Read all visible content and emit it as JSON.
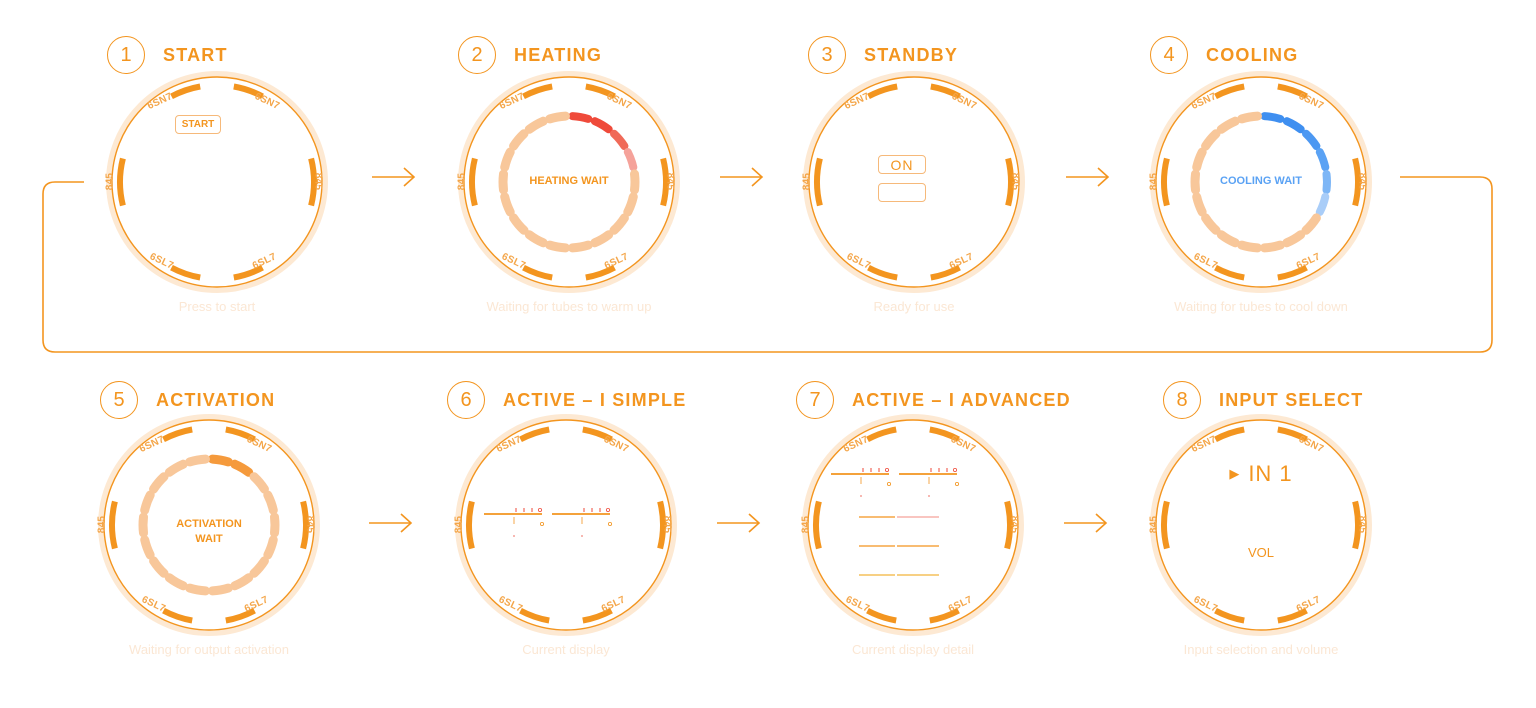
{
  "steps": [
    {
      "num": "1",
      "title": "START",
      "caption": "Press to start",
      "center": "START"
    },
    {
      "num": "2",
      "title": "HEATING",
      "caption": "Waiting for tubes to warm up",
      "center": "HEATING WAIT"
    },
    {
      "num": "3",
      "title": "STANDBY",
      "caption": "Ready for use",
      "center": "ON"
    },
    {
      "num": "4",
      "title": "COOLING",
      "caption": "Waiting for tubes to cool down",
      "center": "COOLING WAIT"
    },
    {
      "num": "5",
      "title": "ACTIVATION",
      "caption": "Waiting for output activation",
      "center_line1": "ACTIVATION",
      "center_line2": "WAIT"
    },
    {
      "num": "6",
      "title": "ACTIVE – I SIMPLE",
      "caption": "Current display"
    },
    {
      "num": "7",
      "title": "ACTIVE – I ADVANCED",
      "caption": "Current display detail"
    },
    {
      "num": "8",
      "title": "INPUT SELECT",
      "caption": "Input selection and volume",
      "center": "IN 1",
      "volume_label": "VOL"
    }
  ],
  "tubes": {
    "top": "6SN7",
    "bottom": "6SL7",
    "left": "845",
    "right": "845"
  },
  "colors": {
    "accent": "#f3951f",
    "heating": "#ef4a3a",
    "cooling": "#3f8ff0",
    "faint": "#fbe7d4"
  },
  "icons": [
    "arrow-right-icon",
    "play-triangle-icon"
  ]
}
